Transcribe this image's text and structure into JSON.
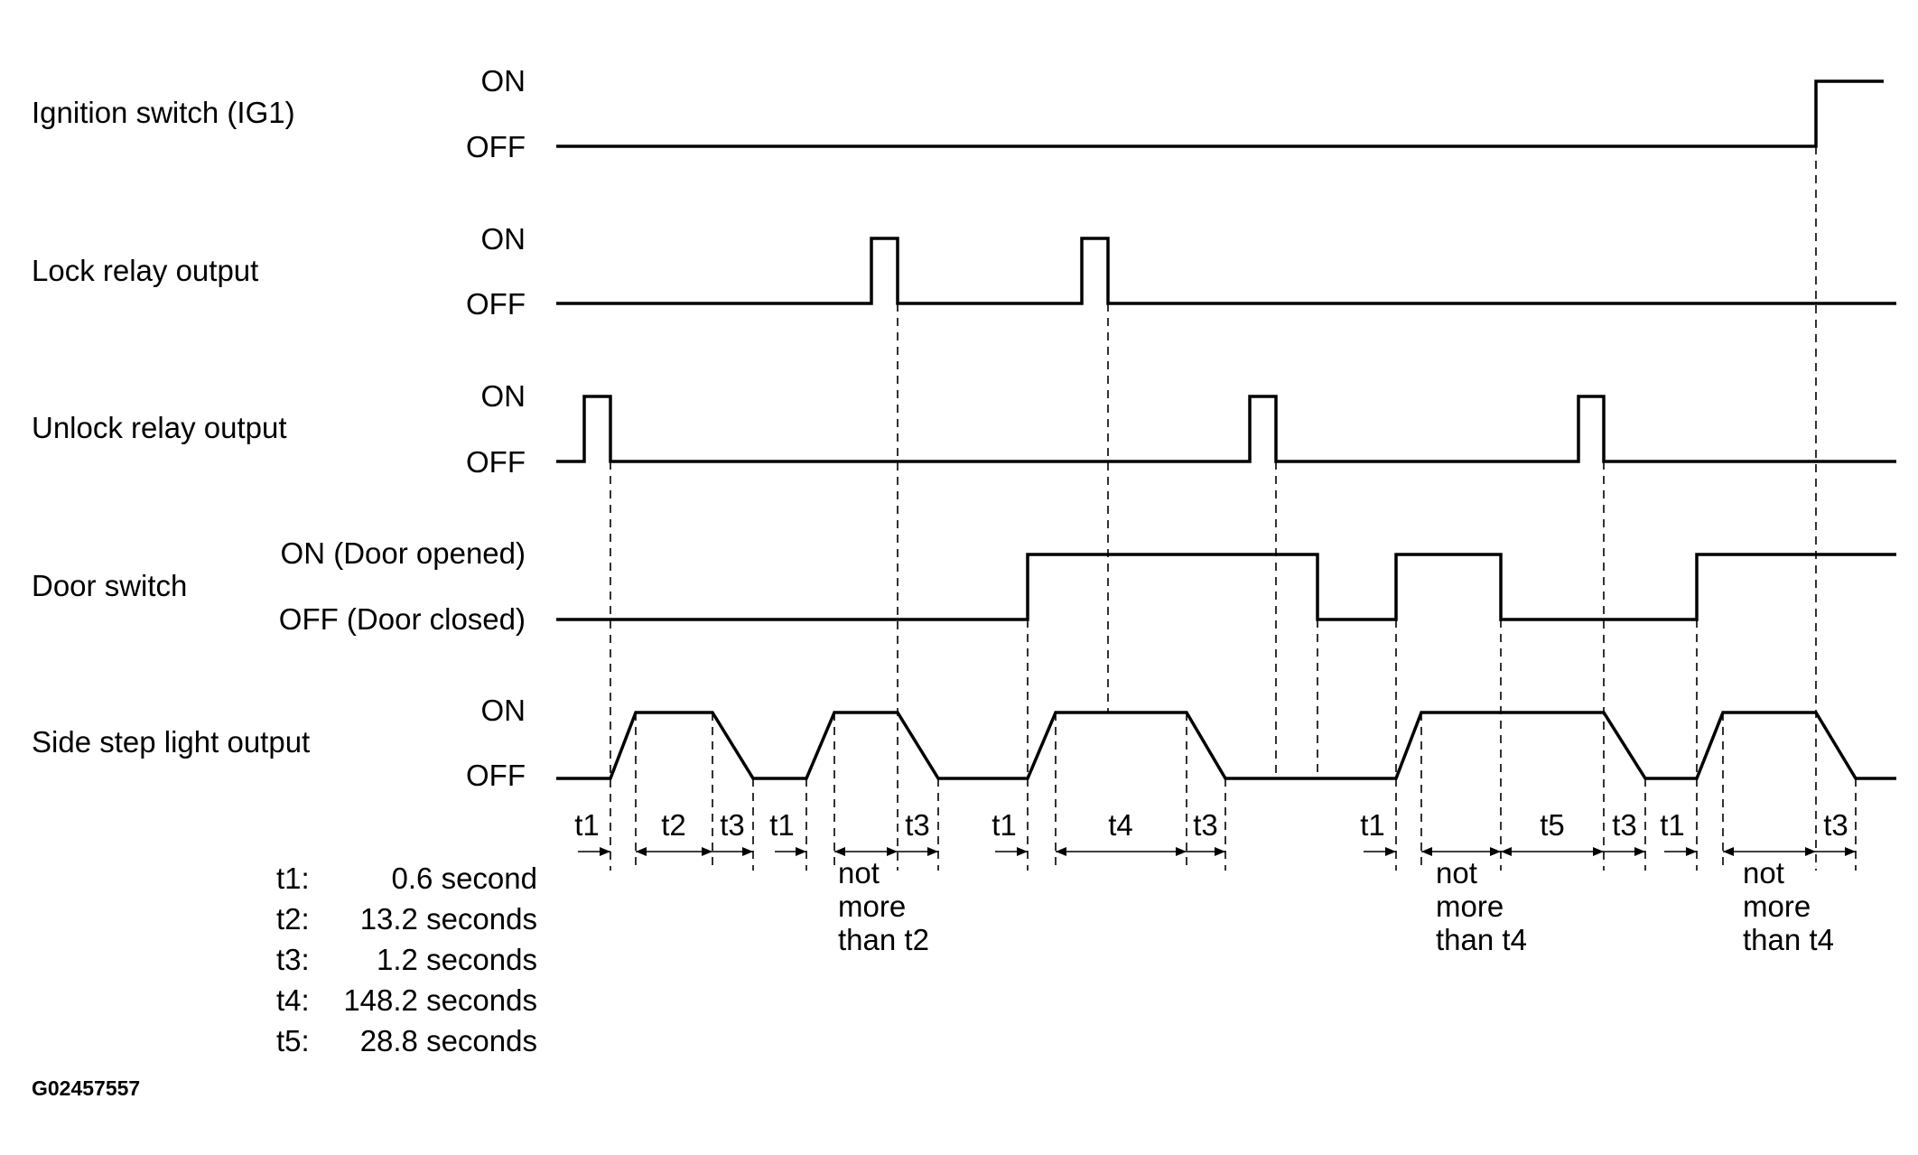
{
  "signals": [
    {
      "id": "ig1",
      "label": "Ignition switch (IG1)",
      "on": "ON",
      "off": "OFF"
    },
    {
      "id": "lock",
      "label": "Lock relay output",
      "on": "ON",
      "off": "OFF"
    },
    {
      "id": "unlock",
      "label": "Unlock relay output",
      "on": "ON",
      "off": "OFF"
    },
    {
      "id": "door",
      "label": "Door switch",
      "on": "ON (Door opened)",
      "off": "OFF (Door closed)"
    },
    {
      "id": "light",
      "label": "Side step light output",
      "on": "ON",
      "off": "OFF"
    }
  ],
  "intervals": [
    "t1",
    "t2",
    "t3",
    "t1",
    "t3",
    "t1",
    "t4",
    "t3",
    "t1",
    "t5",
    "t3",
    "t1",
    "t3"
  ],
  "notes": [
    [
      "not",
      "more",
      "than t2"
    ],
    [
      "not",
      "more",
      "than t4"
    ],
    [
      "not",
      "more",
      "than t4"
    ]
  ],
  "legend": [
    {
      "key": "t1:",
      "value": "0.6 second"
    },
    {
      "key": "t2:",
      "value": "13.2 seconds"
    },
    {
      "key": "t3:",
      "value": "1.2 seconds"
    },
    {
      "key": "t4:",
      "value": "148.2 seconds"
    },
    {
      "key": "t5:",
      "value": "28.8 seconds"
    }
  ],
  "figure_code": "G02457557"
}
